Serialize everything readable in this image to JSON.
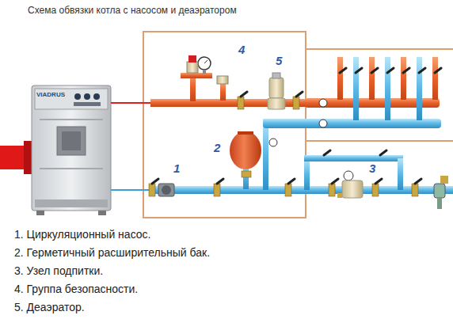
{
  "diagram": {
    "title": "Схема обвязки котла с  насосом и деаэратором",
    "nodes": [
      {
        "text": [
          "VIADRUS"
        ]
      }
    ],
    "labels": [
      "4",
      "5",
      "2",
      "1",
      "3",
      "1. Циркуляционный насос.",
      "2. Герметичный расширительный бак.",
      "3. Узел подпитки.",
      "4. Группа безопасности.",
      "5. Деаэратор."
    ]
  }
}
